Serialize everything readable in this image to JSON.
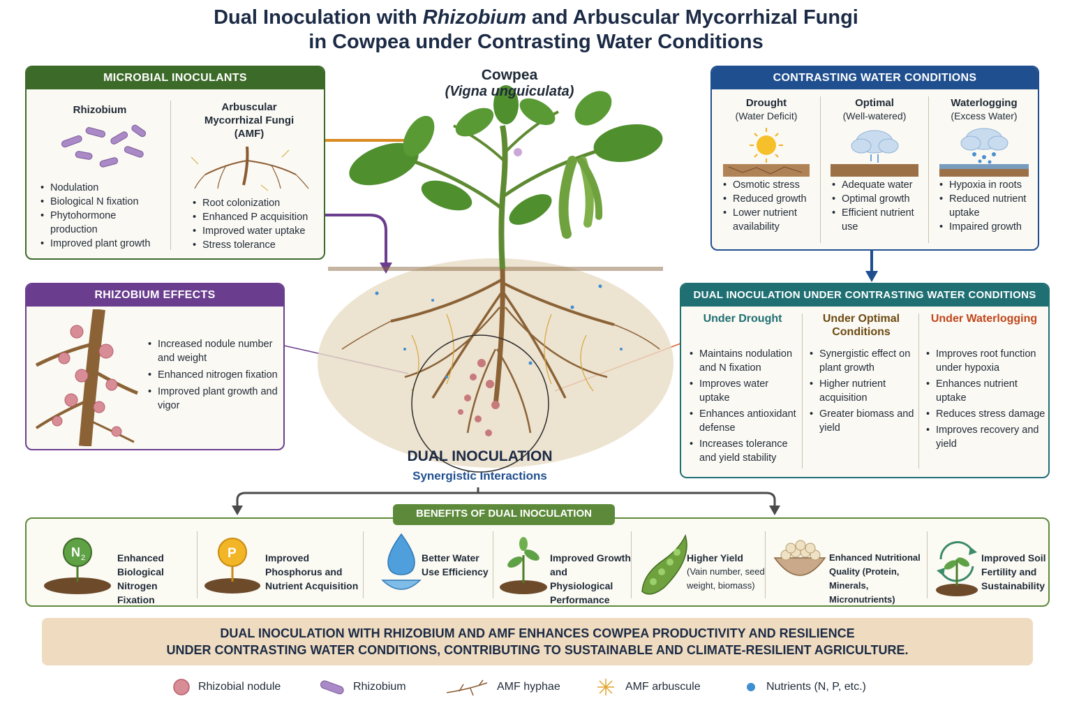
{
  "title": {
    "line1_pre": "Dual Inoculation with ",
    "line1_italic": "Rhizobium",
    "line1_post": " and Arbuscular Mycorrhizal Fungi",
    "line2": "in Cowpea under Contrasting Water Conditions"
  },
  "plant": {
    "name": "Cowpea",
    "latin": "(Vigna unguiculata)"
  },
  "inoculants": {
    "header": "MICROBIAL INOCULANTS",
    "rhizobium": {
      "title": "Rhizobium",
      "items": [
        "Nodulation",
        "Biological N fixation",
        "Phytohormone production",
        "Improved plant growth"
      ]
    },
    "amf": {
      "title": "Arbuscular Mycorrhizal Fungi (AMF)",
      "items": [
        "Root colonization",
        "Enhanced P acquisition",
        "Improved water uptake",
        "Stress tolerance"
      ]
    }
  },
  "rhizobium_effects": {
    "header": "RHIZOBIUM EFFECTS",
    "items": [
      "Increased nodule number and weight",
      "Enhanced nitrogen fixation",
      "Improved plant growth and vigor"
    ]
  },
  "water_conditions": {
    "header": "CONTRASTING WATER CONDITIONS",
    "columns": [
      {
        "title": "Drought",
        "sub": "(Water Deficit)",
        "items": [
          "Osmotic stress",
          "Reduced growth",
          "Lower nutrient availability"
        ]
      },
      {
        "title": "Optimal",
        "sub": "(Well-watered)",
        "items": [
          "Adequate water",
          "Optimal growth",
          "Efficient nutrient use"
        ]
      },
      {
        "title": "Waterlogging",
        "sub": "(Excess Water)",
        "items": [
          "Hypoxia in roots",
          "Reduced nutrient uptake",
          "Impaired growth"
        ]
      }
    ]
  },
  "dual_conditions": {
    "header": "DUAL INOCULATION UNDER CONTRASTING WATER CONDITIONS",
    "columns": [
      {
        "title": "Under Drought",
        "color": "#1f6f73",
        "items": [
          "Maintains nodulation and N fixation",
          "Improves water uptake",
          "Enhances antioxidant defense",
          "Increases tolerance and yield stability"
        ]
      },
      {
        "title": "Under Optimal Conditions",
        "color": "#6b4a12",
        "items": [
          "Synergistic effect on plant growth",
          "Higher nutrient acquisition",
          "Greater biomass and yield"
        ]
      },
      {
        "title": "Under Waterlogging",
        "color": "#c0461b",
        "items": [
          "Improves root function under hypoxia",
          "Enhances nutrient uptake",
          "Reduces stress damage",
          "Improves recovery and yield"
        ]
      }
    ]
  },
  "center": {
    "dual_label": "DUAL INOCULATION",
    "synergy_label": "Synergistic Interactions"
  },
  "benefits": {
    "header": "BENEFITS OF DUAL INOCULATION",
    "items": [
      {
        "icon": "nitrogen-icon",
        "glyph": "N2",
        "label": "Enhanced Biological Nitrogen Fixation",
        "sub": ""
      },
      {
        "icon": "phosphorus-icon",
        "glyph": "P",
        "label": "Improved Phosphorus and Nutrient Acquisition",
        "sub": ""
      },
      {
        "icon": "water-drop-icon",
        "glyph": "",
        "label": "Better Water Use Efficiency",
        "sub": ""
      },
      {
        "icon": "seedling-icon",
        "glyph": "",
        "label": "Improved Growth and Physiological Performance",
        "sub": ""
      },
      {
        "icon": "pea-pod-icon",
        "glyph": "",
        "label": "Higher Yield",
        "sub": "(Vain number, seed weight, biomass)"
      },
      {
        "icon": "seed-bowl-icon",
        "glyph": "",
        "label": "Enhanced Nutritional",
        "sub": "Quality (Protein, Minerals, Micronutrients)"
      },
      {
        "icon": "recycle-seedling-icon",
        "glyph": "",
        "label": "Improved Soil Fertility and Sustainability",
        "sub": ""
      }
    ]
  },
  "conclusion": {
    "line1": "DUAL INOCULATION WITH RHIZOBIUM AND AMF ENHANCES COWPEA PRODUCTIVITY AND RESILIENCE",
    "line2": "UNDER CONTRASTING WATER CONDITIONS, CONTRIBUTING TO SUSTAINABLE AND CLIMATE-RESILIENT AGRICULTURE."
  },
  "legend": [
    {
      "icon": "nodule-icon",
      "label": "Rhizobial nodule"
    },
    {
      "icon": "rhizobium-icon",
      "label": "Rhizobium"
    },
    {
      "icon": "hyphae-icon",
      "label": "AMF hyphae"
    },
    {
      "icon": "arbuscule-icon",
      "label": "AMF arbuscule"
    },
    {
      "icon": "nutrient-icon",
      "label": "Nutrients (N, P, etc.)"
    }
  ],
  "colors": {
    "green": "#3c6a28",
    "purple": "#6a3d8f",
    "blue": "#1f4f8f",
    "teal": "#1f6f73",
    "benefit_green": "#5d8a3a",
    "conclusion_bg": "#efdcc0"
  }
}
